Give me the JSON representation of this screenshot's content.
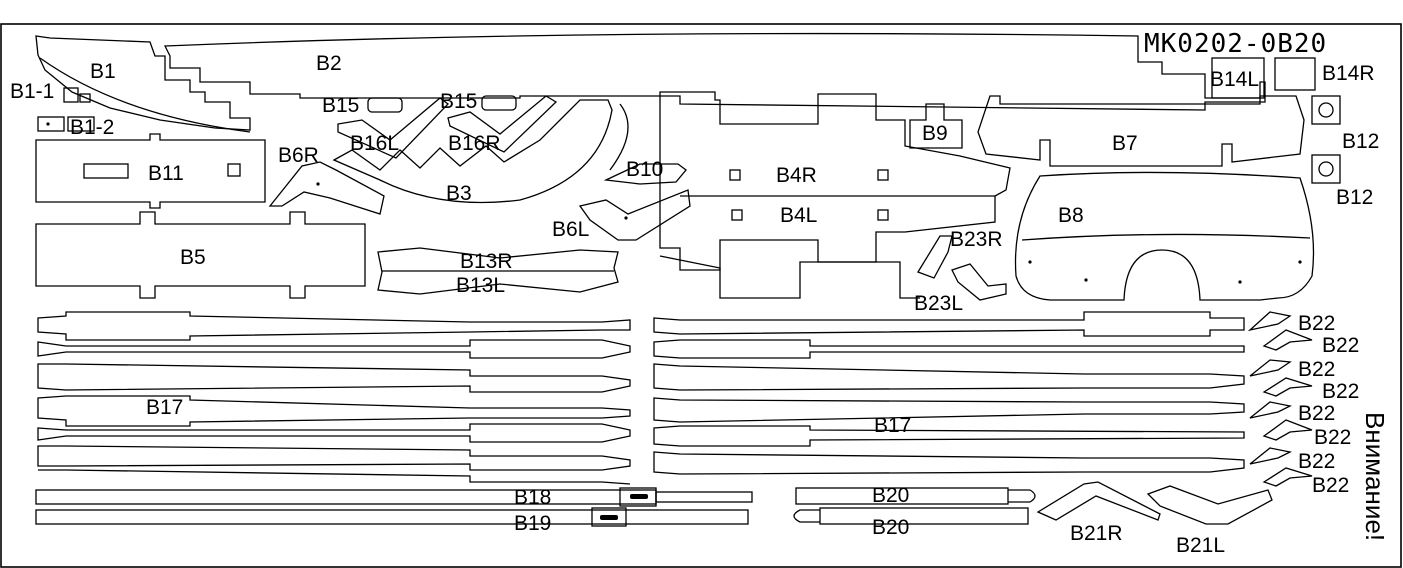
{
  "sheet_code": "MK0202-0B20",
  "side_note": "Внимание!",
  "labels": {
    "b1": "B1",
    "b1_1": "B1-1",
    "b1_2": "B1-2",
    "b2": "B2",
    "b3": "B3",
    "b4r": "B4R",
    "b4l": "B4L",
    "b5": "B5",
    "b6r": "B6R",
    "b6l": "B6L",
    "b7": "B7",
    "b8": "B8",
    "b9": "B9",
    "b10": "B10",
    "b11": "B11",
    "b12": "B12",
    "b13r": "B13R",
    "b13l": "B13L",
    "b14l": "B14L",
    "b14r": "B14R",
    "b15": "B15",
    "b16l": "B16L",
    "b16r": "B16R",
    "b17": "B17",
    "b18": "B18",
    "b19": "B19",
    "b20": "B20",
    "b21r": "B21R",
    "b21l": "B21L",
    "b22": "B22",
    "b23r": "B23R",
    "b23l": "B23L"
  }
}
